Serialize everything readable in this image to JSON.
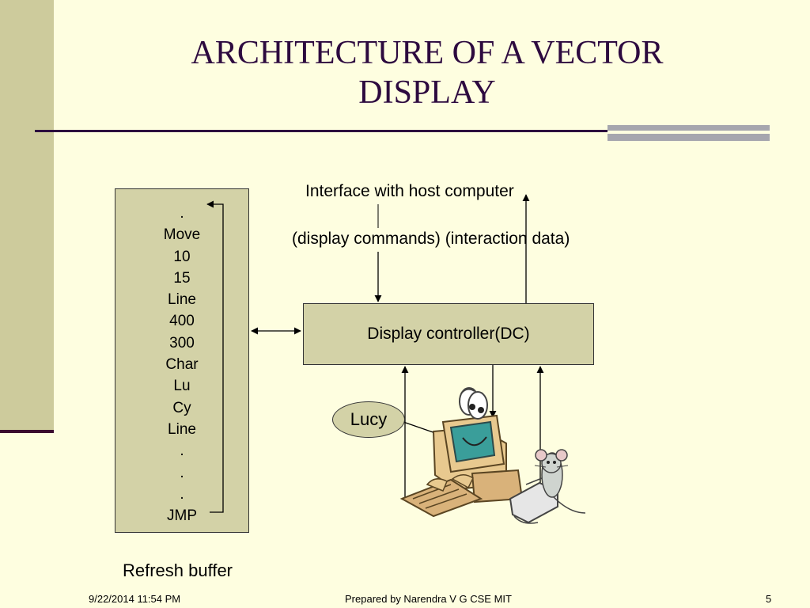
{
  "slide": {
    "title_line1": "ARCHITECTURE OF A VECTOR",
    "title_line2": "DISPLAY"
  },
  "refresh_buffer": {
    "items": [
      ".",
      "Move",
      "10",
      "15",
      "Line",
      "400",
      "300",
      "Char",
      "Lu",
      "Cy",
      "Line",
      ".",
      ".",
      ".",
      "JMP"
    ],
    "caption": "Refresh buffer"
  },
  "host": {
    "interface_label": "Interface with host computer",
    "commands_label": "(display commands) (interaction data)"
  },
  "controller": {
    "label": "Display controller(DC)"
  },
  "lucy": {
    "label": "Lucy",
    "icon": "cartoon-computer-user-icon",
    "mouse_icon": "cartoon-mouse-icon"
  },
  "footer": {
    "date": "9/22/2014 11:54 PM",
    "author": "Prepared by Narendra V G CSE MIT",
    "page": "5"
  }
}
